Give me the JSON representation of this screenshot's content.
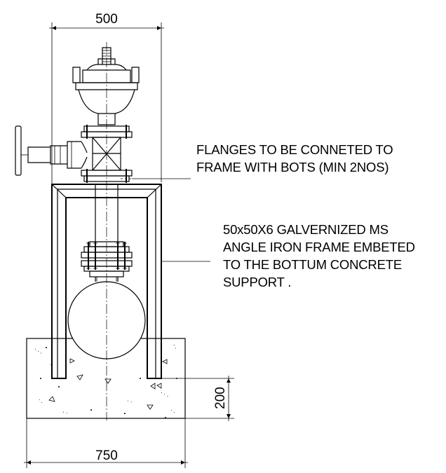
{
  "dimensions": {
    "top_width": "500",
    "base_width": "750",
    "base_depth": "200"
  },
  "notes": {
    "flanges": [
      "FLANGES TO BE CONNETED TO",
      "FRAME WITH BOTS (MIN 2NOS)"
    ],
    "frame": [
      "50x50X6 GALVERNIZED MS",
      "ANGLE IRON FRAME EMBETED",
      "TO THE BOTTUM CONCRETE",
      "SUPPORT ."
    ]
  }
}
